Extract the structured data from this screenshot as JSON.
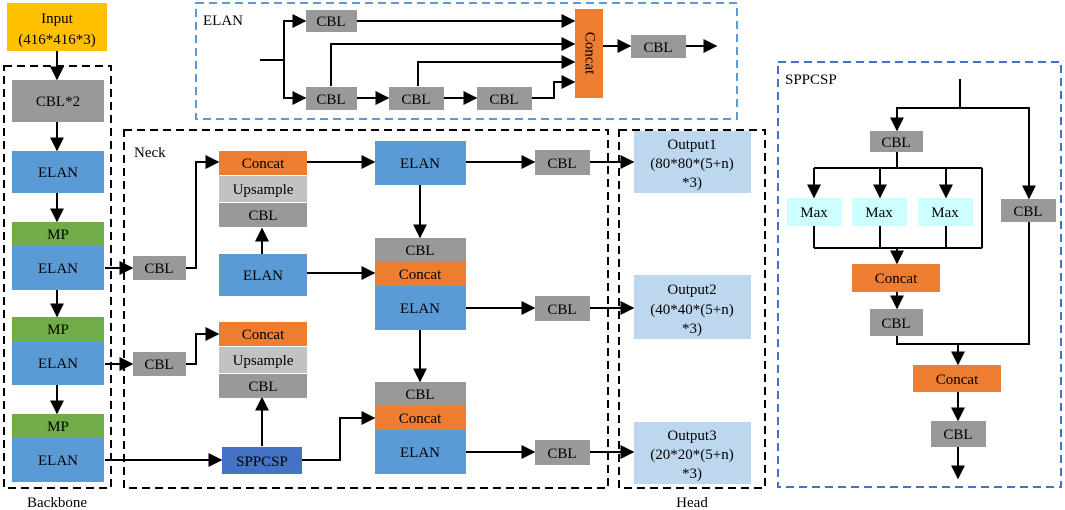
{
  "colors": {
    "gray": "#999999",
    "light_gray": "#c2c2c2",
    "blue": "#5b9bd5",
    "dark_blue": "#4472c4",
    "orange": "#ed7d31",
    "green": "#70ad47",
    "yellow": "#ffc000",
    "output_blue": "#bdd7ee",
    "cyan": "#ccffff",
    "line": "#000000",
    "group_border": "#000000",
    "elan_border": "#5b9bd5",
    "sppcsp_border": "#4472c4"
  },
  "labels": {
    "input_line1": "Input",
    "input_line2": "(416*416*3)",
    "backbone": "Backbone",
    "neck": "Neck",
    "head": "Head",
    "elan_group": "ELAN",
    "sppcsp_group": "SPPCSP",
    "cbl": "CBL",
    "cbl2": "CBL*2",
    "elan": "ELAN",
    "mp": "MP",
    "concat": "Concat",
    "upsample": "Upsample",
    "sppcsp": "SPPCSP",
    "max": "Max",
    "output1_line1": "Output1",
    "output1_line2": "(80*80*(5+n)",
    "output1_line3": "*3)",
    "output2_line1": "Output2",
    "output2_line2": "(40*40*(5+n)",
    "output2_line3": "*3)",
    "output3_line1": "Output3",
    "output3_line2": "(20*20*(5+n)",
    "output3_line3": "*3)"
  }
}
